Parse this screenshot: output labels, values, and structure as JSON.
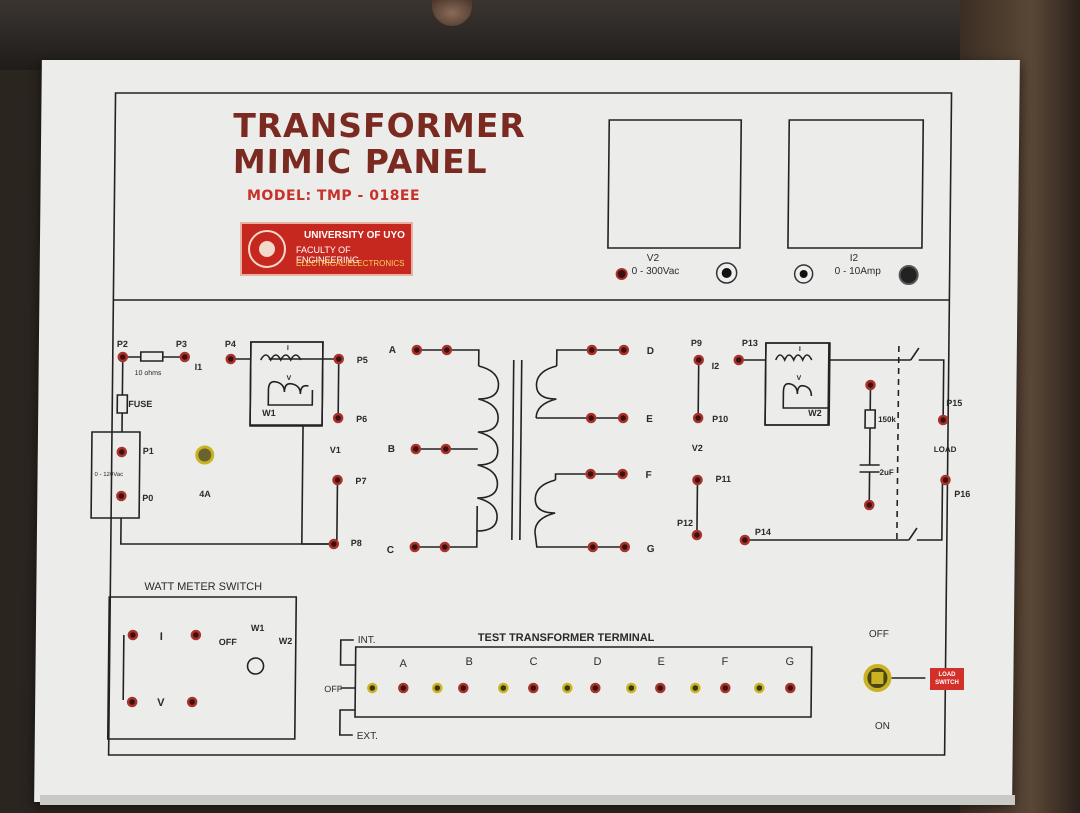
{
  "panel": {
    "title_line1": "TRANSFORMER",
    "title_line2": "MIMIC PANEL",
    "model": "MODEL: TMP - 018EE",
    "badge": {
      "line1": "UNIVERSITY OF UYO",
      "line2": "FACULTY OF ENGINEERING",
      "line3": "ELECTRICAL/ELECTRONICS"
    },
    "meters": {
      "v2_label": "V2",
      "v2_range": "0 - 300Vac",
      "i2_label": "I2",
      "i2_range": "0 - 10Amp"
    }
  },
  "circuit": {
    "p2": "P2",
    "p3": "P3",
    "p4": "P4",
    "p5": "P5",
    "p6": "P6",
    "p7": "P7",
    "p8": "P8",
    "p1": "P1",
    "p0": "P0",
    "i1": "I1",
    "v1": "V1",
    "w1": "W1",
    "resistor": "10 ohms",
    "fuse": "FUSE",
    "source": "0 - 120Vac",
    "fuse_rating": "4A",
    "coil_i": "I",
    "coil_v": "V",
    "a": "A",
    "b": "B",
    "c": "C",
    "d": "D",
    "e": "E",
    "f": "F",
    "g": "G",
    "p9": "P9",
    "p10": "P10",
    "p11": "P11",
    "p12": "P12",
    "p13": "P13",
    "p14": "P14",
    "p15": "P15",
    "p16": "P16",
    "i2": "I2",
    "v2": "V2",
    "w2": "W2",
    "r150k": "150k",
    "c2uf": "2uF",
    "load": "LOAD"
  },
  "watt_meter": {
    "title": "WATT METER SWITCH",
    "i": "I",
    "v": "V",
    "off": "OFF",
    "w1": "W1",
    "w2": "W2"
  },
  "test_terminal": {
    "title": "TEST TRANSFORMER TERMINAL",
    "int": "INT.",
    "off": "OFF",
    "ext": "EXT.",
    "columns": [
      "A",
      "B",
      "C",
      "D",
      "E",
      "F",
      "G"
    ]
  },
  "load_switch": {
    "off": "OFF",
    "on": "ON",
    "label_line1": "LOAD",
    "label_line2": "SWITCH"
  }
}
